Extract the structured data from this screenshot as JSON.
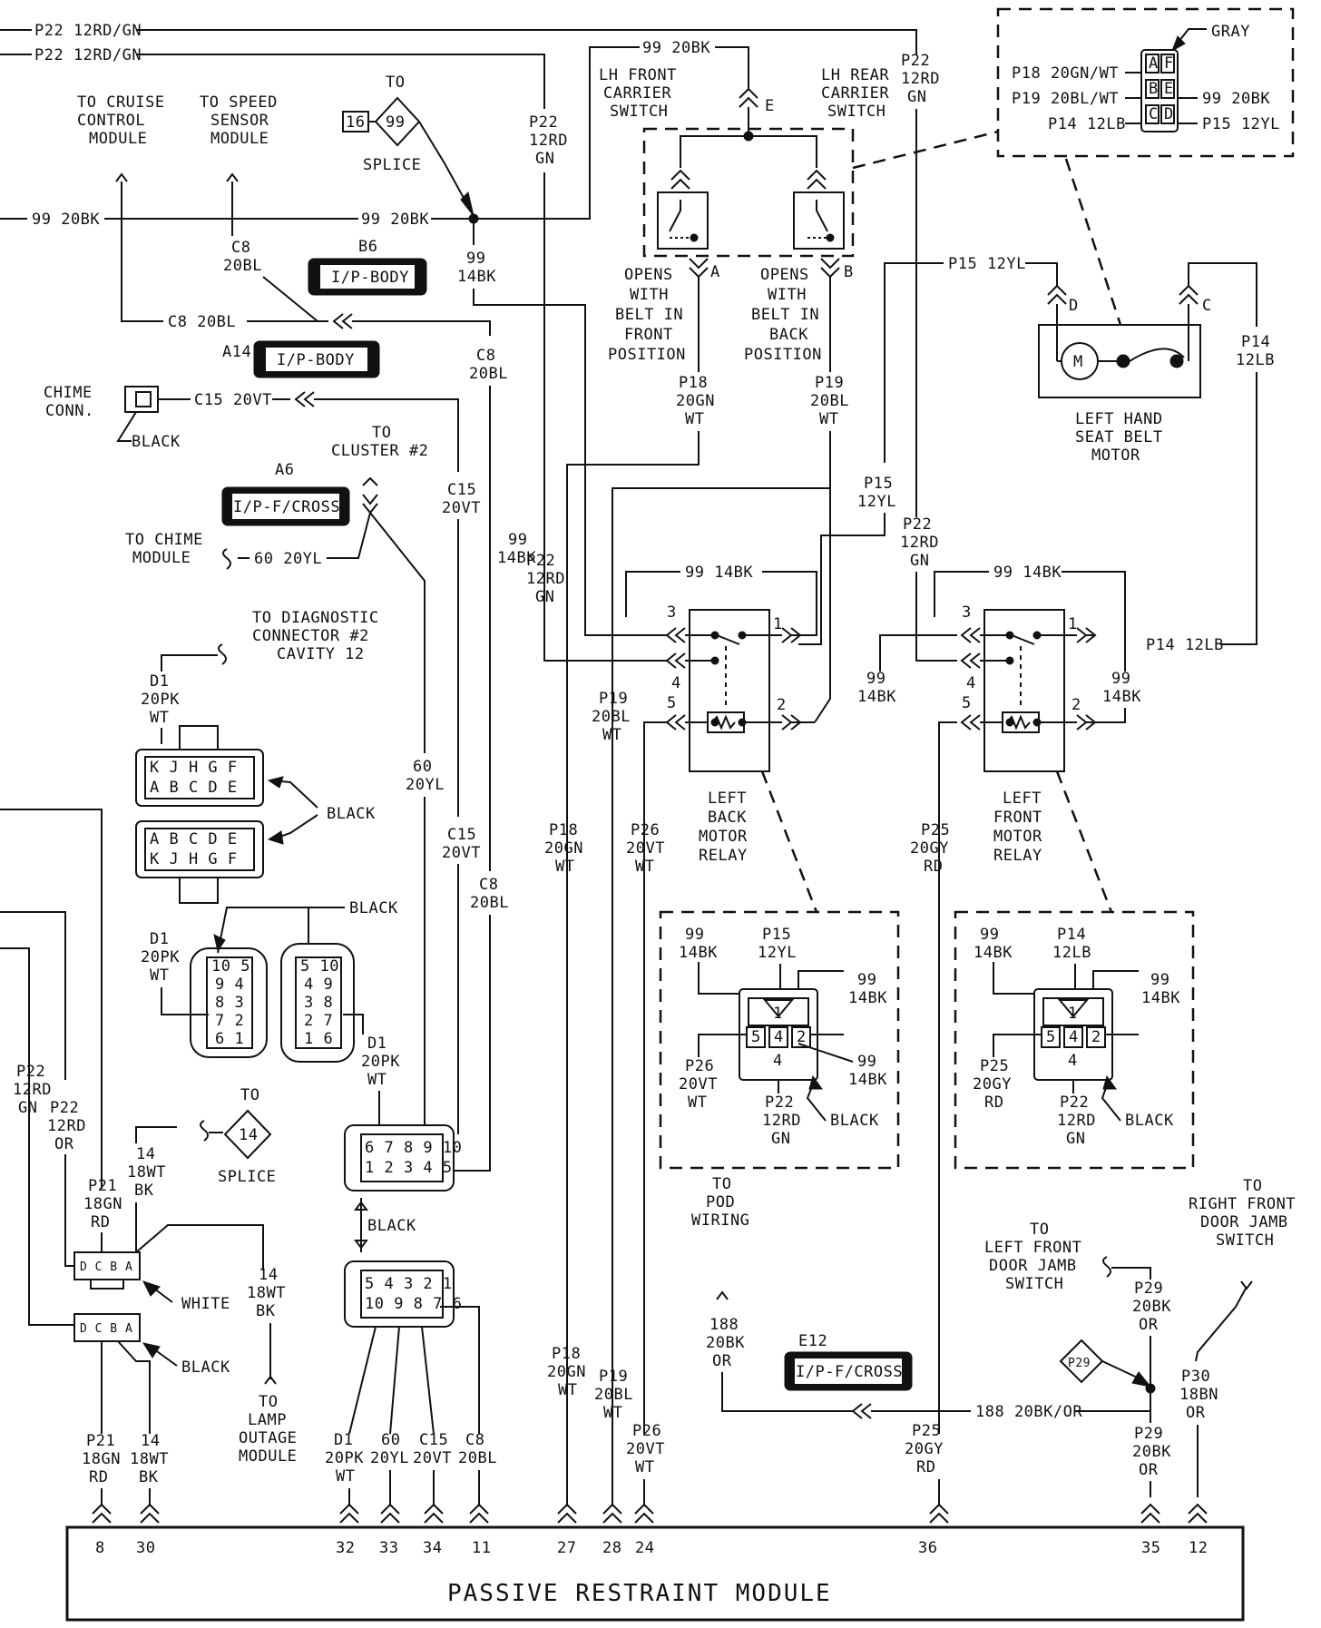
{
  "wires": {
    "p22_top1": "P22 12RD/GN",
    "p22_top2": "P22 12RD/GN",
    "w99_20bk": "99 20BK",
    "w99_20bk_b": "99 20BK",
    "w99_20bk_c": "99 20BK",
    "c8_20bl": "C8 20BL",
    "c15_20vt": "C15 20VT",
    "w60_20yl": "60 20YL",
    "p15_12yl": "P15 12YL",
    "p14_12lb": "P14 12LB",
    "w99_14bk_l": "99 14BK",
    "w99_14bk_r": "99 14BK",
    "w188": "188 20BK/OR"
  },
  "vlabels": {
    "p22_a": [
      "P22",
      "12RD",
      "GN"
    ],
    "p22_b": [
      "P22",
      "12RD",
      "GN"
    ],
    "p22_c": [
      "P22",
      "12RD",
      "GN"
    ],
    "p22_d": [
      "P22",
      "12RD",
      "GN"
    ],
    "w99_14bk_a": [
      "99",
      "14BK"
    ],
    "w99_14bk_b": [
      "99",
      "14BK"
    ],
    "w99_14bk_c": [
      "99",
      "14BK"
    ],
    "w99_14bk_d": [
      "99",
      "14BK"
    ],
    "w99_14bk_e": [
      "99",
      "14BK"
    ],
    "c8_a": [
      "C8",
      "20BL"
    ],
    "c8_b": [
      "C8",
      "20BL"
    ],
    "c8_c": [
      "C8",
      "20BL"
    ],
    "c8_d": [
      "C8",
      "20BL"
    ],
    "c15_a": [
      "C15",
      "20VT"
    ],
    "c15_b": [
      "C15",
      "20VT"
    ],
    "c15_c": [
      "C15",
      "20VT"
    ],
    "w60_a": [
      "60",
      "20YL"
    ],
    "w60_b": [
      "60",
      "20YL"
    ],
    "p18_a": [
      "P18",
      "20GN",
      "WT"
    ],
    "p18_b": [
      "P18",
      "20GN",
      "WT"
    ],
    "p18_c": [
      "P18",
      "20GN",
      "WT"
    ],
    "p19_a": [
      "P19",
      "20BL",
      "WT"
    ],
    "p19_b": [
      "P19",
      "20BL",
      "WT"
    ],
    "p19_c": [
      "P19",
      "20BL",
      "WT"
    ],
    "p15_a": [
      "P15",
      "12YL"
    ],
    "p14_a": [
      "P14",
      "12LB"
    ],
    "p26_a": [
      "P26",
      "20VT",
      "WT"
    ],
    "p26_b": [
      "P26",
      "20VT",
      "WT"
    ],
    "p25_a": [
      "P25",
      "20GY",
      "RD"
    ],
    "p25_b": [
      "P25",
      "20GY",
      "RD"
    ],
    "d1_a": [
      "D1",
      "20PK",
      "WT"
    ],
    "d1_b": [
      "D1",
      "20PK",
      "WT"
    ],
    "d1_c": [
      "D1",
      "20PK",
      "WT"
    ],
    "d1_d": [
      "D1",
      "20PK",
      "WT"
    ],
    "p21_a": [
      "P21",
      "18GN",
      "RD"
    ],
    "p21_b": [
      "P21",
      "18GN",
      "RD"
    ],
    "w14_a": [
      "14",
      "18WT",
      "BK"
    ],
    "w14_b": [
      "14",
      "18WT",
      "BK"
    ],
    "w14_c": [
      "14",
      "18WT",
      "BK"
    ],
    "p22_or": [
      "P22",
      "12RD",
      "OR"
    ],
    "p22_lgn": [
      "P22",
      "12RD",
      "GN"
    ],
    "w188_v": [
      "188",
      "20BK",
      "OR"
    ],
    "p29_a": [
      "P29",
      "20BK",
      "OR"
    ],
    "p29_b": [
      "P29",
      "20BK",
      "OR"
    ],
    "p30": [
      "P30",
      "18BN",
      "OR"
    ]
  },
  "labels": {
    "cruise": [
      "TO CRUISE",
      "CONTROL",
      "MODULE"
    ],
    "speed": [
      "TO SPEED",
      "SENSOR",
      "MODULE"
    ],
    "splice99_to": "TO",
    "splice99_num": "99",
    "splice99_ref": "16",
    "splice99_label": "SPLICE",
    "lh_front": [
      "LH FRONT",
      "CARRIER",
      "SWITCH"
    ],
    "lh_rear": [
      "LH REAR",
      "CARRIER",
      "SWITCH"
    ],
    "opens_front": [
      "OPENS",
      "WITH",
      "BELT IN",
      "FRONT",
      "POSITION"
    ],
    "opens_back": [
      "OPENS",
      "WITH",
      "BELT IN",
      "BACK",
      "POSITION"
    ],
    "pin_e": "E",
    "pin_a": "A",
    "pin_b": "B",
    "pin_d": "D",
    "pin_c": "C",
    "conn_b6": "B6",
    "conn_b6_body": "I/P-BODY",
    "conn_a14": "A14",
    "conn_a14_body": "I/P-BODY",
    "conn_a6": "A6",
    "conn_a6_body": "I/P-F/CROSS",
    "conn_e12": "E12",
    "conn_e12_body": "I/P-F/CROSS",
    "chime_conn": [
      "CHIME",
      "CONN."
    ],
    "black": "BLACK",
    "white": "WHITE",
    "gray": "GRAY",
    "cluster": [
      "TO",
      "CLUSTER #2"
    ],
    "chime_module": [
      "TO CHIME",
      "MODULE"
    ],
    "diag": [
      "TO DIAGNOSTIC",
      "CONNECTOR #2",
      "CAVITY 12"
    ],
    "splice14_to": "TO",
    "splice14_num": "14",
    "splice14_label": "SPLICE",
    "lamp": [
      "TO",
      "LAMP",
      "OUTAGE",
      "MODULE"
    ],
    "seat_motor": [
      "LEFT HAND",
      "SEAT BELT",
      "MOTOR"
    ],
    "motor_m": "M",
    "back_relay": [
      "LEFT",
      "BACK",
      "MOTOR",
      "RELAY"
    ],
    "front_relay": [
      "LEFT",
      "FRONT",
      "MOTOR",
      "RELAY"
    ],
    "pod": [
      "TO",
      "POD",
      "WIRING"
    ],
    "lf_jamb": [
      "TO",
      "LEFT FRONT",
      "DOOR JAMB",
      "SWITCH"
    ],
    "rf_jamb": [
      "TO",
      "RIGHT FRONT",
      "DOOR JAMB",
      "SWITCH"
    ],
    "p29_splice": "P29",
    "module": "PASSIVE RESTRAINT MODULE",
    "gray_conn": {
      "left": [
        "P18 20GN/WT",
        "P19 20BL/WT",
        "P14 12LB"
      ],
      "right": [
        "99 20BK",
        "P15 12YL"
      ]
    },
    "relay_pins": [
      "1",
      "2",
      "3",
      "4",
      "5"
    ]
  },
  "module_pins": [
    "8",
    "30",
    "32",
    "33",
    "34",
    "11",
    "27",
    "28",
    "24",
    "36",
    "35",
    "12"
  ]
}
